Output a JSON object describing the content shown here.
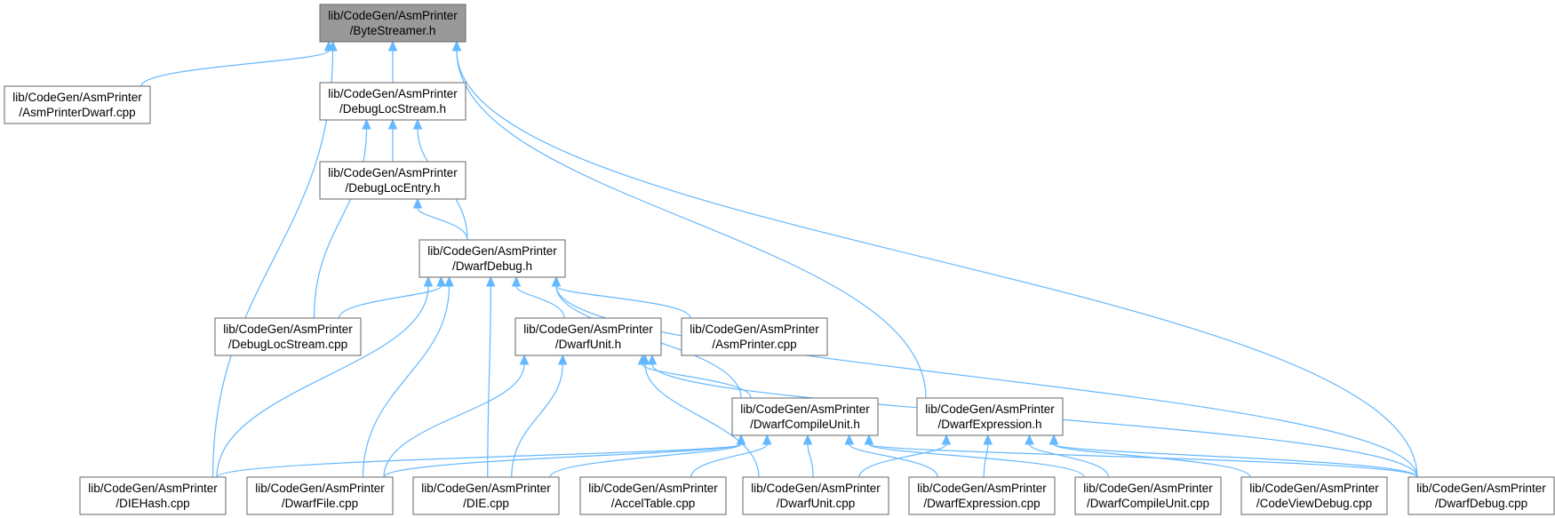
{
  "colors": {
    "edge": "#63b8ff",
    "node_border": "#666666",
    "root_fill": "#999999",
    "node_fill": "#ffffff"
  },
  "nodes": [
    {
      "id": "bytestreamer",
      "line1": "lib/CodeGen/AsmPrinter",
      "line2": "/ByteStreamer.h",
      "root": true
    },
    {
      "id": "asmprinterdwarf",
      "line1": "lib/CodeGen/AsmPrinter",
      "line2": "/AsmPrinterDwarf.cpp"
    },
    {
      "id": "debuglocstream_h",
      "line1": "lib/CodeGen/AsmPrinter",
      "line2": "/DebugLocStream.h"
    },
    {
      "id": "debuglocentry",
      "line1": "lib/CodeGen/AsmPrinter",
      "line2": "/DebugLocEntry.h"
    },
    {
      "id": "dwarfdebug_h",
      "line1": "lib/CodeGen/AsmPrinter",
      "line2": "/DwarfDebug.h"
    },
    {
      "id": "debuglocstream_cpp",
      "line1": "lib/CodeGen/AsmPrinter",
      "line2": "/DebugLocStream.cpp"
    },
    {
      "id": "dwarfunit_h",
      "line1": "lib/CodeGen/AsmPrinter",
      "line2": "/DwarfUnit.h"
    },
    {
      "id": "asmprinter_cpp",
      "line1": "lib/CodeGen/AsmPrinter",
      "line2": "/AsmPrinter.cpp"
    },
    {
      "id": "dwarfcompileunit_h",
      "line1": "lib/CodeGen/AsmPrinter",
      "line2": "/DwarfCompileUnit.h"
    },
    {
      "id": "dwarfexpression_h",
      "line1": "lib/CodeGen/AsmPrinter",
      "line2": "/DwarfExpression.h"
    },
    {
      "id": "diehash",
      "line1": "lib/CodeGen/AsmPrinter",
      "line2": "/DIEHash.cpp"
    },
    {
      "id": "dwarffile",
      "line1": "lib/CodeGen/AsmPrinter",
      "line2": "/DwarfFile.cpp"
    },
    {
      "id": "die",
      "line1": "lib/CodeGen/AsmPrinter",
      "line2": "/DIE.cpp"
    },
    {
      "id": "acceltable",
      "line1": "lib/CodeGen/AsmPrinter",
      "line2": "/AccelTable.cpp"
    },
    {
      "id": "dwarfunit_cpp",
      "line1": "lib/CodeGen/AsmPrinter",
      "line2": "/DwarfUnit.cpp"
    },
    {
      "id": "dwarfexpression_cpp",
      "line1": "lib/CodeGen/AsmPrinter",
      "line2": "/DwarfExpression.cpp"
    },
    {
      "id": "dwarfcompileunit_cpp",
      "line1": "lib/CodeGen/AsmPrinter",
      "line2": "/DwarfCompileUnit.cpp"
    },
    {
      "id": "codeviewdebug",
      "line1": "lib/CodeGen/AsmPrinter",
      "line2": "/CodeViewDebug.cpp"
    },
    {
      "id": "dwarfdebug_cpp",
      "line1": "lib/CodeGen/AsmPrinter",
      "line2": "/DwarfDebug.cpp"
    }
  ],
  "edges": [
    [
      "asmprinterdwarf",
      "bytestreamer"
    ],
    [
      "debuglocstream_h",
      "bytestreamer"
    ],
    [
      "diehash",
      "bytestreamer"
    ],
    [
      "dwarfexpression_h",
      "bytestreamer"
    ],
    [
      "dwarfdebug_cpp",
      "bytestreamer"
    ],
    [
      "debuglocentry",
      "debuglocstream_h"
    ],
    [
      "dwarfdebug_h",
      "debuglocstream_h"
    ],
    [
      "debuglocstream_cpp",
      "debuglocstream_h"
    ],
    [
      "dwarfdebug_h",
      "debuglocentry"
    ],
    [
      "debuglocstream_cpp",
      "dwarfdebug_h"
    ],
    [
      "dwarfunit_h",
      "dwarfdebug_h"
    ],
    [
      "asmprinter_cpp",
      "dwarfdebug_h"
    ],
    [
      "diehash",
      "dwarfdebug_h"
    ],
    [
      "dwarffile",
      "dwarfdebug_h"
    ],
    [
      "die",
      "dwarfdebug_h"
    ],
    [
      "dwarfcompileunit_h",
      "dwarfdebug_h"
    ],
    [
      "dwarfdebug_cpp",
      "dwarfdebug_h"
    ],
    [
      "dwarfcompileunit_h",
      "dwarfunit_h"
    ],
    [
      "dwarffile",
      "dwarfunit_h"
    ],
    [
      "die",
      "dwarfunit_h"
    ],
    [
      "dwarfunit_cpp",
      "dwarfunit_h"
    ],
    [
      "dwarfdebug_cpp",
      "dwarfunit_h"
    ],
    [
      "diehash",
      "dwarfcompileunit_h"
    ],
    [
      "dwarffile",
      "dwarfcompileunit_h"
    ],
    [
      "die",
      "dwarfcompileunit_h"
    ],
    [
      "acceltable",
      "dwarfcompileunit_h"
    ],
    [
      "dwarfunit_cpp",
      "dwarfcompileunit_h"
    ],
    [
      "dwarfexpression_cpp",
      "dwarfcompileunit_h"
    ],
    [
      "dwarfcompileunit_cpp",
      "dwarfcompileunit_h"
    ],
    [
      "dwarfdebug_cpp",
      "dwarfcompileunit_h"
    ],
    [
      "dwarfunit_cpp",
      "dwarfexpression_h"
    ],
    [
      "dwarfexpression_cpp",
      "dwarfexpression_h"
    ],
    [
      "dwarfcompileunit_cpp",
      "dwarfexpression_h"
    ],
    [
      "codeviewdebug",
      "dwarfexpression_h"
    ],
    [
      "dwarfdebug_cpp",
      "dwarfexpression_h"
    ]
  ]
}
